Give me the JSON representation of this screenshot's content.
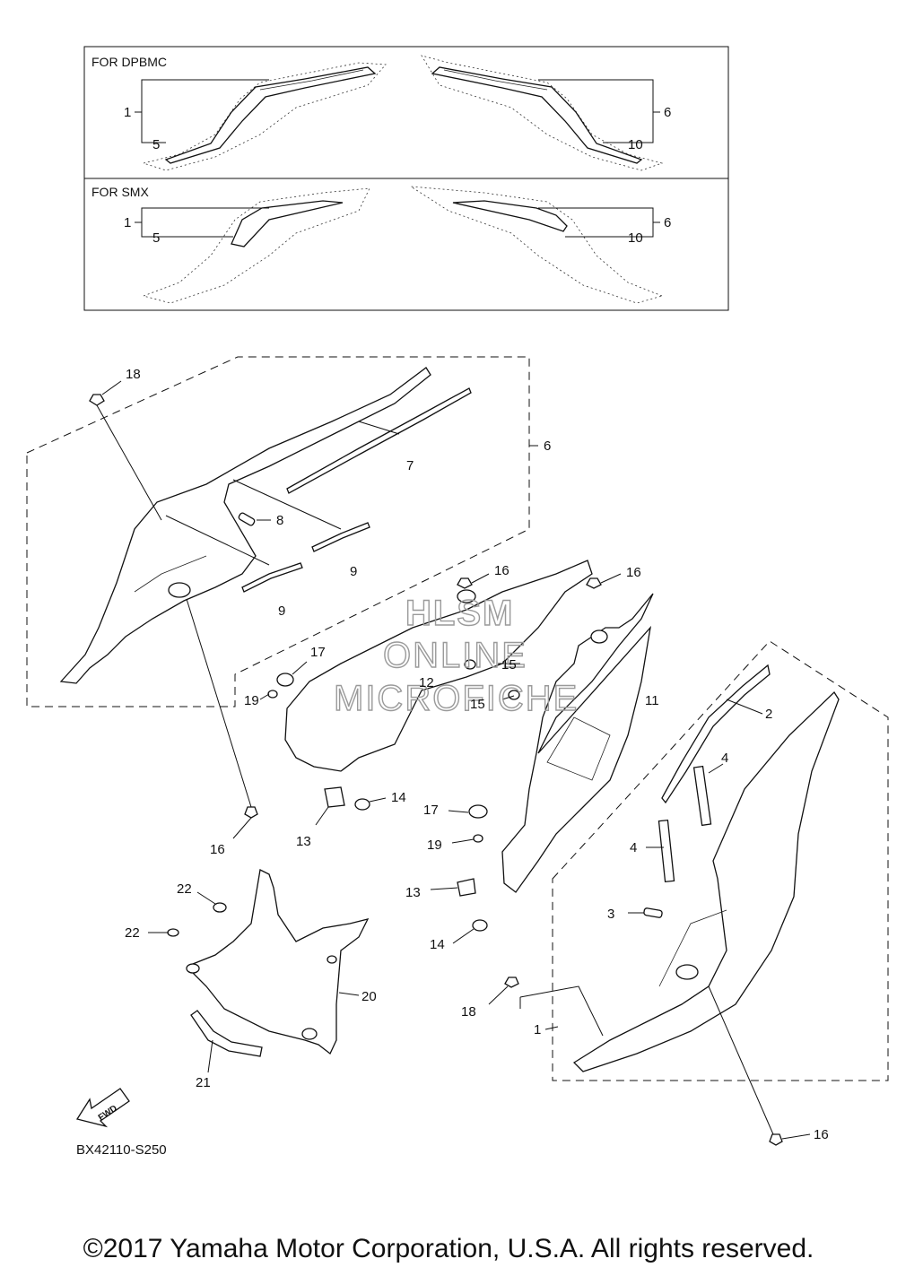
{
  "inset_panels": [
    {
      "header": "FOR DPBMC",
      "left_callouts": [
        "1",
        "5"
      ],
      "right_callouts": [
        "6",
        "10"
      ]
    },
    {
      "header": "FOR SMX",
      "left_callouts": [
        "1",
        "5"
      ],
      "right_callouts": [
        "6",
        "10"
      ]
    }
  ],
  "callouts": [
    "18",
    "6",
    "7",
    "8",
    "9",
    "9",
    "16",
    "16",
    "17",
    "12",
    "15",
    "15",
    "11",
    "2",
    "19",
    "4",
    "14",
    "16",
    "13",
    "17",
    "19",
    "4",
    "13",
    "3",
    "14",
    "22",
    "22",
    "20",
    "18",
    "1",
    "21",
    "16"
  ],
  "watermark": [
    "HLSM",
    "ONLINE",
    "MICROFICHE"
  ],
  "fwd_label": "FWD",
  "diagram_code": "BX42110-S250",
  "copyright": "©2017 Yamaha Motor Corporation, U.S.A. All rights reserved."
}
